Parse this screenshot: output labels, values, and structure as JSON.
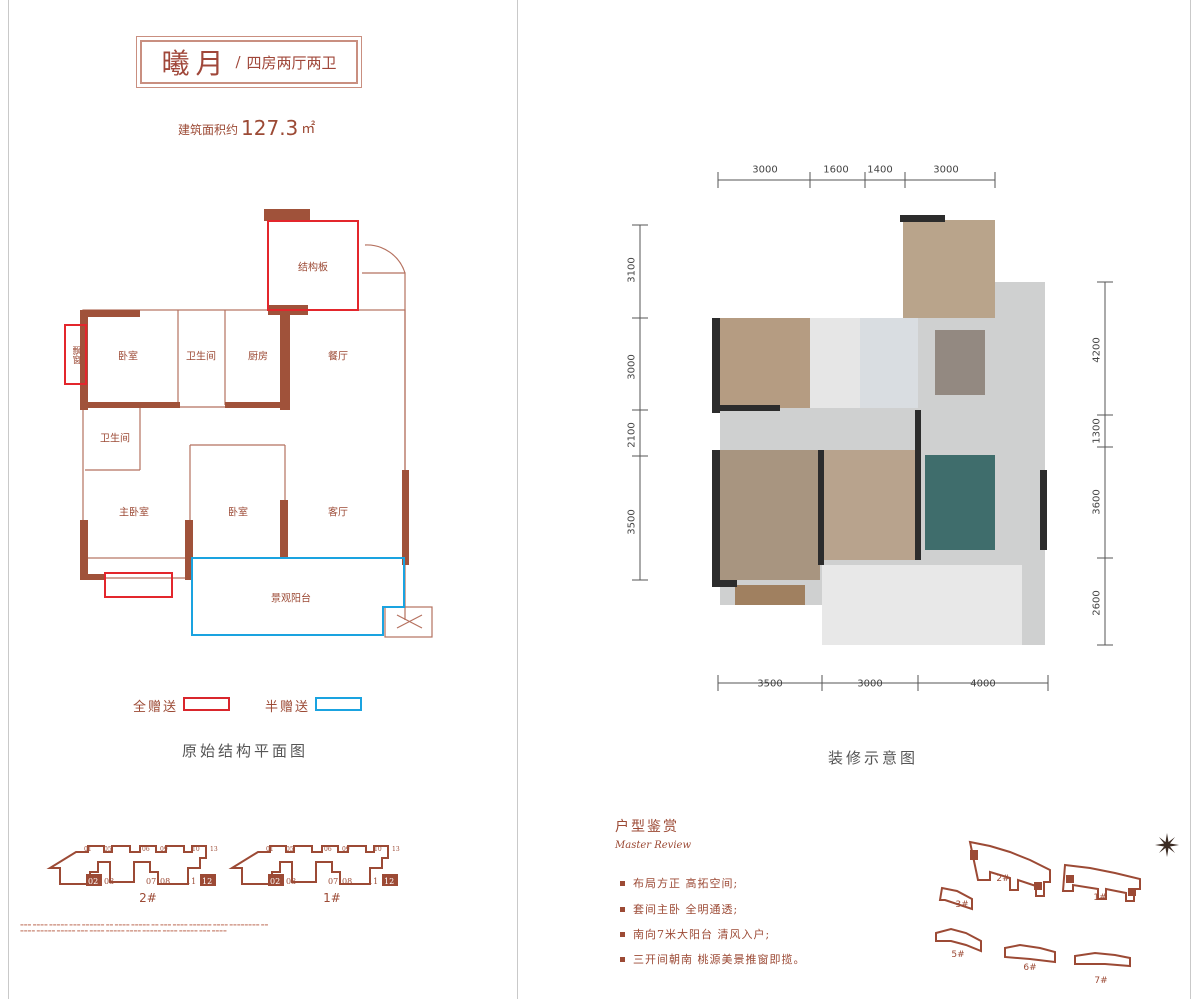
{
  "left": {
    "title": "曦月",
    "separator": "/",
    "subtitle": "四房两厅两卫",
    "area_label": "建筑面积约",
    "area_value": "127.3",
    "area_unit": "㎡",
    "rooms": {
      "structure_board": "结构板",
      "bedroom1": "卧室",
      "bathroom1": "卫生间",
      "kitchen": "厨房",
      "dining": "餐厅",
      "bay_window": "飘窗",
      "bathroom2": "卫生间",
      "master_bedroom": "主卧室",
      "bedroom2": "卧室",
      "living": "客厅",
      "balcony": "景观阳台"
    },
    "legend": [
      {
        "label": "全赠送",
        "color": "#d9262c"
      },
      {
        "label": "半赠送",
        "color": "#1aa3e0"
      }
    ],
    "caption": "原始结构平面图",
    "keyplans": [
      {
        "label": "2#",
        "units": [
          "01",
          "05",
          "06",
          "09",
          "10",
          "13",
          "02",
          "03",
          "07",
          "08",
          "11",
          "12"
        ],
        "highlight": [
          "02",
          "12"
        ]
      },
      {
        "label": "1#",
        "units": [
          "01",
          "05",
          "06",
          "09",
          "10",
          "13",
          "02",
          "03",
          "07",
          "08",
          "11",
          "12"
        ],
        "highlight": [
          "02",
          "12"
        ]
      }
    ]
  },
  "right": {
    "dims_top": [
      "3000",
      "1600",
      "1400",
      "3000"
    ],
    "dims_left": [
      "3100",
      "3000",
      "2100",
      "3500"
    ],
    "dims_right": [
      "4200",
      "1300",
      "3600",
      "2600"
    ],
    "dims_bottom": [
      "3500",
      "3000",
      "4000"
    ],
    "caption": "装修示意图",
    "review_title": "户型鉴赏",
    "review_subtitle": "Master Review",
    "bullets": [
      "布局方正 高拓空间;",
      "套间主卧 全明通透;",
      "南向7米大阳台 清风入户;",
      "三开间朝南 桃源美景推窗即揽。"
    ],
    "site_labels": [
      "2#",
      "1#",
      "3#",
      "5#",
      "6#",
      "7#"
    ]
  },
  "colors": {
    "brand": "#9c4a35",
    "wall": "#a0523a",
    "full_gift": "#d9262c",
    "half_gift": "#1aa3e0"
  }
}
